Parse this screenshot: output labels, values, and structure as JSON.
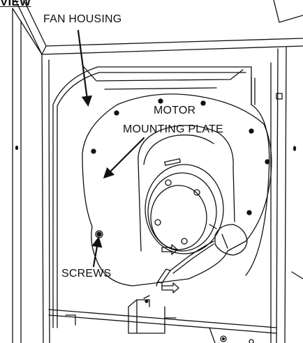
{
  "title": "VIEW",
  "labels": {
    "fan_housing": "FAN HOUSING",
    "motor_plate_line1": "MOTOR",
    "motor_plate_line2": "MOUNTING PLATE",
    "screws": "SCREWS"
  },
  "colors": {
    "line": "#111111",
    "background": "#ffffff"
  }
}
